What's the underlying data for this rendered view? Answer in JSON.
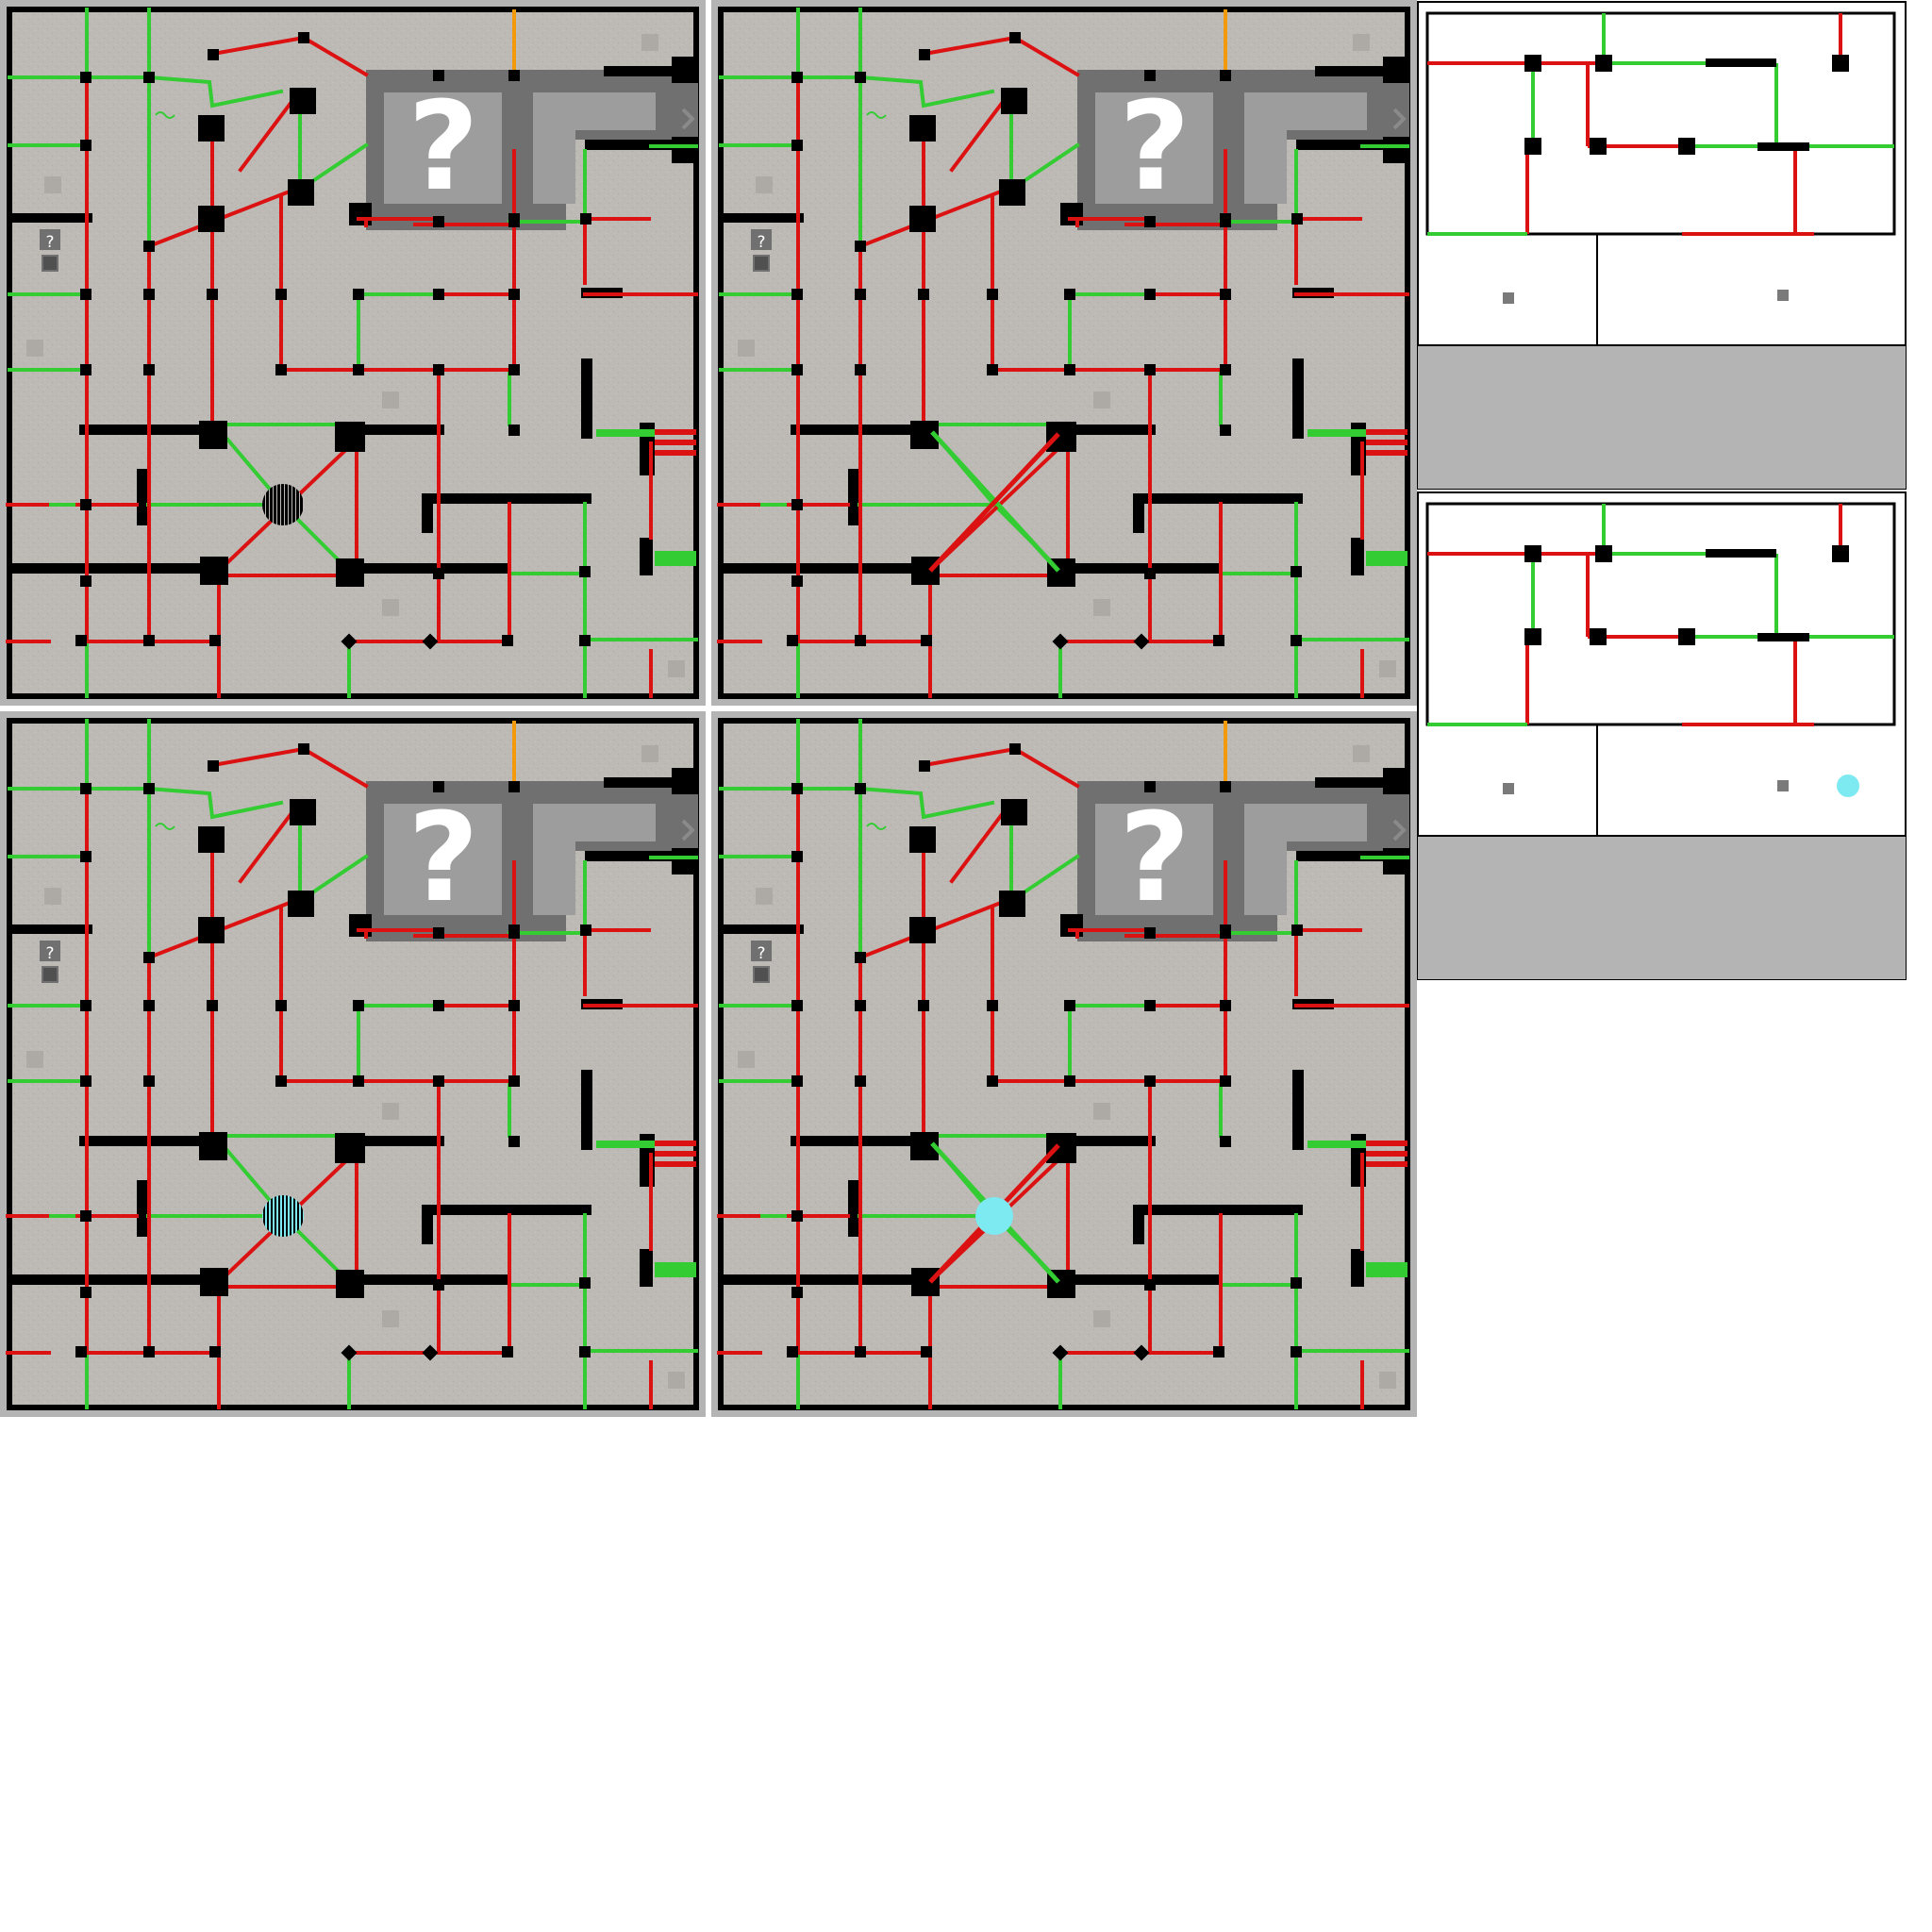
{
  "panels": [
    {
      "id": "panel-1",
      "player": "hatched-black",
      "show_direct_bridge": false
    },
    {
      "id": "panel-2",
      "player": "none",
      "show_direct_bridge": true
    },
    {
      "id": "panel-3",
      "player": "hatched-cyan",
      "show_direct_bridge": false
    },
    {
      "id": "panel-4",
      "player": "cyan",
      "show_direct_bridge": true
    }
  ],
  "labels": {
    "mystery_box": "?",
    "side_slot": "?"
  },
  "side_views": [
    {
      "id": "side-view-1",
      "show_player": false
    },
    {
      "id": "side-view-2",
      "show_player": true
    }
  ],
  "colors": {
    "wall": "#000000",
    "red_line": "#dc1111",
    "green_line": "#33cc33",
    "orange_line": "#f39a0c",
    "floor": "#bdbab6",
    "box_outer": "#707070",
    "box_inner": "#9d9d9d",
    "player_cyan": "#7deaf2",
    "sidebar_gray": "#b4b4b4"
  },
  "icons": {
    "player": "cyan-circle-icon",
    "mystery": "question-mark-icon",
    "exit": "arrow-right-icon"
  }
}
